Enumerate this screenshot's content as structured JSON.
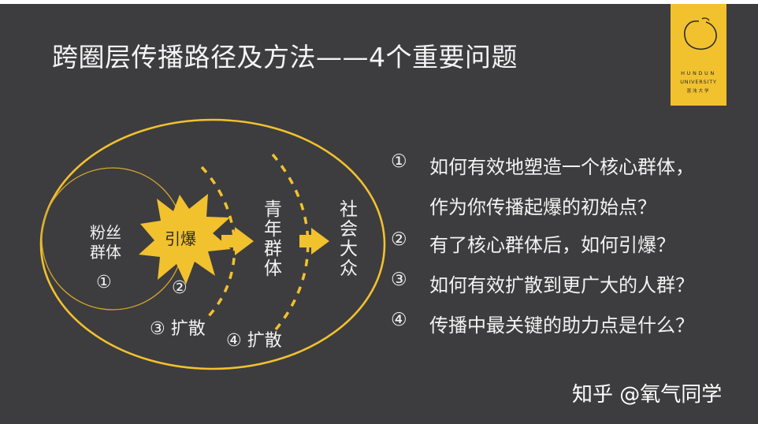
{
  "slide": {
    "title": "跨圈层传播路径及方法——4个重要问题"
  },
  "logo": {
    "line1": "HUNDUN",
    "line2": "UNIVERSITY",
    "line3": "混沌大学"
  },
  "diagram": {
    "fans": "粉丝\n群体",
    "fans_num": "①",
    "ignite": "引爆",
    "ignite_num": "②",
    "youth": "青年群体",
    "public": "社会大众",
    "spread3": "③ 扩散",
    "spread4": "④ 扩散"
  },
  "questions": [
    {
      "num": "①",
      "text": "如何有效地塑造一个核心群体，"
    },
    {
      "num": "",
      "text": "作为你传播起爆的初始点？"
    },
    {
      "num": "②",
      "text": "有了核心群体后，如何引爆？"
    },
    {
      "num": "③",
      "text": "如何有效扩散到更广大的人群？"
    },
    {
      "num": "④",
      "text": "传播中最关键的助力点是什么？"
    }
  ],
  "watermark": "知乎 @氧气同学",
  "colors": {
    "background": "#3d3d3f",
    "accent": "#f2c12e",
    "text": "#f2f2f2"
  }
}
